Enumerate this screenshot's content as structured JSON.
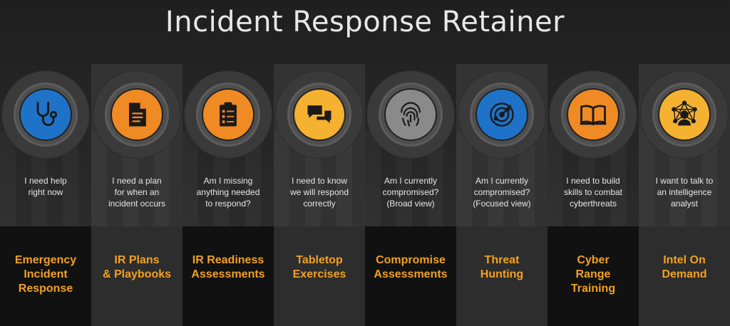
{
  "title": "Incident Response Retainer",
  "colors": {
    "blue": "#1e73c8",
    "orange": "#f08a24",
    "amber": "#f5b130",
    "gray": "#8a8a8a",
    "service_text": "#f2a122"
  },
  "columns": [
    {
      "icon": "stethoscope-icon",
      "circle_color": "#1e73c8",
      "question": [
        "I need help",
        "right now"
      ],
      "service": [
        "Emergency",
        "Incident",
        "Response"
      ]
    },
    {
      "icon": "document-icon",
      "circle_color": "#f08a24",
      "question": [
        "I need a plan",
        "for when an",
        "incident occurs"
      ],
      "service": [
        "IR Plans",
        "& Playbooks"
      ]
    },
    {
      "icon": "checklist-icon",
      "circle_color": "#f08a24",
      "question": [
        "Am I missing",
        "anything needed",
        "to respond?"
      ],
      "service": [
        "IR Readiness",
        "Assessments"
      ]
    },
    {
      "icon": "chat-bubbles-icon",
      "circle_color": "#f5b130",
      "question": [
        "I need to know",
        "we will respond",
        "correctly"
      ],
      "service": [
        "Tabletop",
        "Exercises"
      ]
    },
    {
      "icon": "fingerprint-icon",
      "circle_color": "#8a8a8a",
      "question": [
        "Am I currently",
        "compromised?",
        "(Broad view)"
      ],
      "service": [
        "Compromise",
        "Assessments"
      ]
    },
    {
      "icon": "radar-icon",
      "circle_color": "#1e73c8",
      "question": [
        "Am I currently",
        "compromised?",
        "(Focused view)"
      ],
      "service": [
        "Threat",
        "Hunting"
      ]
    },
    {
      "icon": "book-icon",
      "circle_color": "#f08a24",
      "question": [
        "I need to build",
        "skills to combat",
        "cyberthreats"
      ],
      "service": [
        "Cyber",
        "Range",
        "Training"
      ]
    },
    {
      "icon": "network-person-icon",
      "circle_color": "#f5b130",
      "question": [
        "I want to talk to",
        "an intelligence",
        "analyst"
      ],
      "service": [
        "Intel On",
        "Demand"
      ]
    }
  ]
}
